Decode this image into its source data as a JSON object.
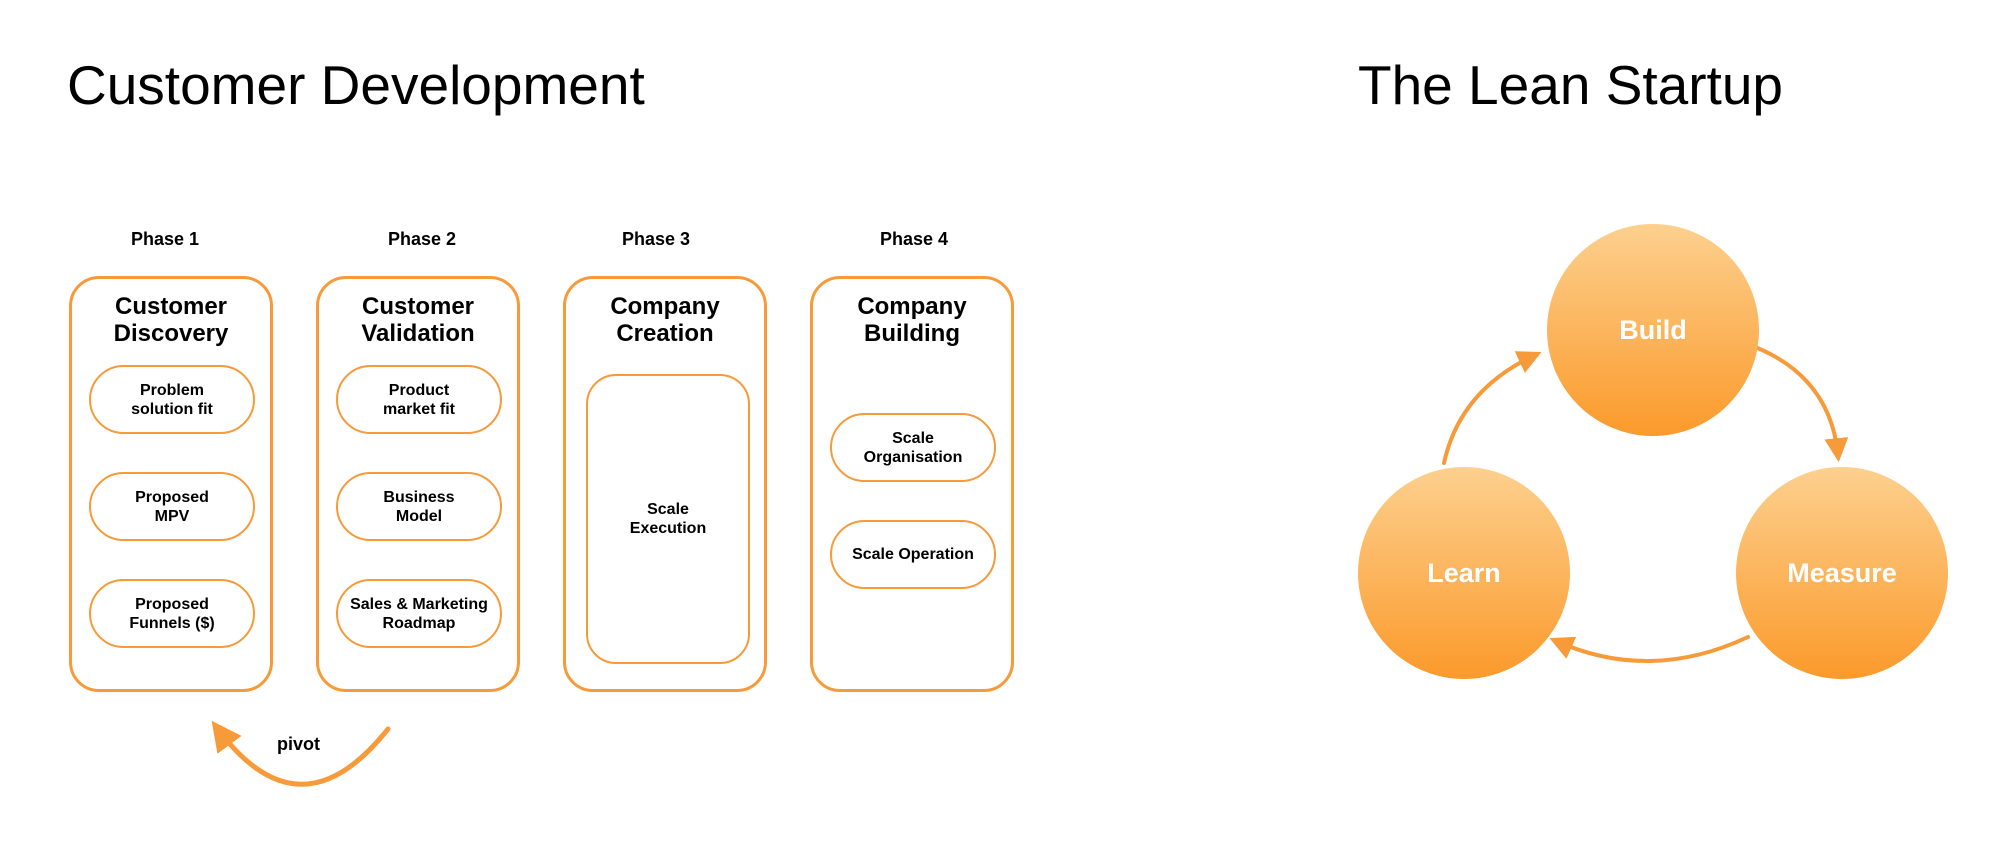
{
  "customer_development": {
    "title": "Customer Development",
    "phases": [
      {
        "label": "Phase 1",
        "name": "Customer\nDiscovery",
        "items": [
          "Problem\nsolution fit",
          "Proposed\nMPV",
          "Proposed\nFunnels ($)"
        ]
      },
      {
        "label": "Phase 2",
        "name": "Customer\nValidation",
        "items": [
          "Product\nmarket fit",
          "Business\nModel",
          "Sales & Marketing\nRoadmap"
        ]
      },
      {
        "label": "Phase 3",
        "name": "Company\nCreation",
        "items": [
          "Scale\nExecution"
        ]
      },
      {
        "label": "Phase 4",
        "name": "Company\nBuilding",
        "items": [
          "Scale\nOrganisation",
          "Scale Operation"
        ]
      }
    ],
    "pivot_label": "pivot"
  },
  "lean_startup": {
    "title": "The Lean Startup",
    "cycle": [
      "Build",
      "Measure",
      "Learn"
    ]
  },
  "colors": {
    "accent": "#f79a3a",
    "circle_top": "#fdd08f",
    "circle_bottom": "#fb9a2b"
  }
}
